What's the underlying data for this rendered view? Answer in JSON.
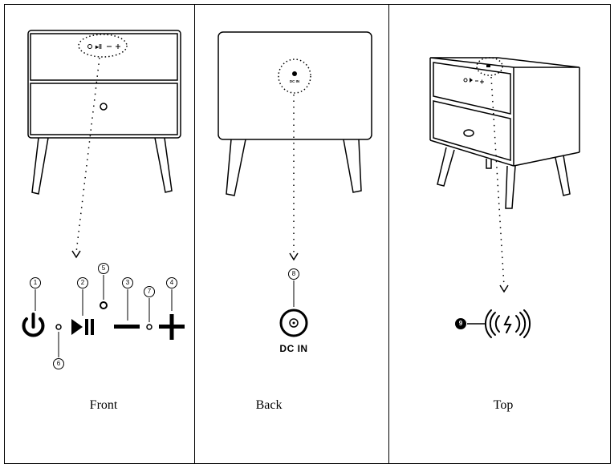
{
  "captions": {
    "front": "Front",
    "back": "Back",
    "top": "Top"
  },
  "dc_in_label": "DC IN",
  "callouts": {
    "n1": "1",
    "n2": "2",
    "n3": "3",
    "n4": "4",
    "n5": "5",
    "n6": "6",
    "n7": "7",
    "n8": "8",
    "n9": "9"
  },
  "panel_mini_controls": "o ⏯ – +",
  "panel_mini_dcin": "DC IN"
}
